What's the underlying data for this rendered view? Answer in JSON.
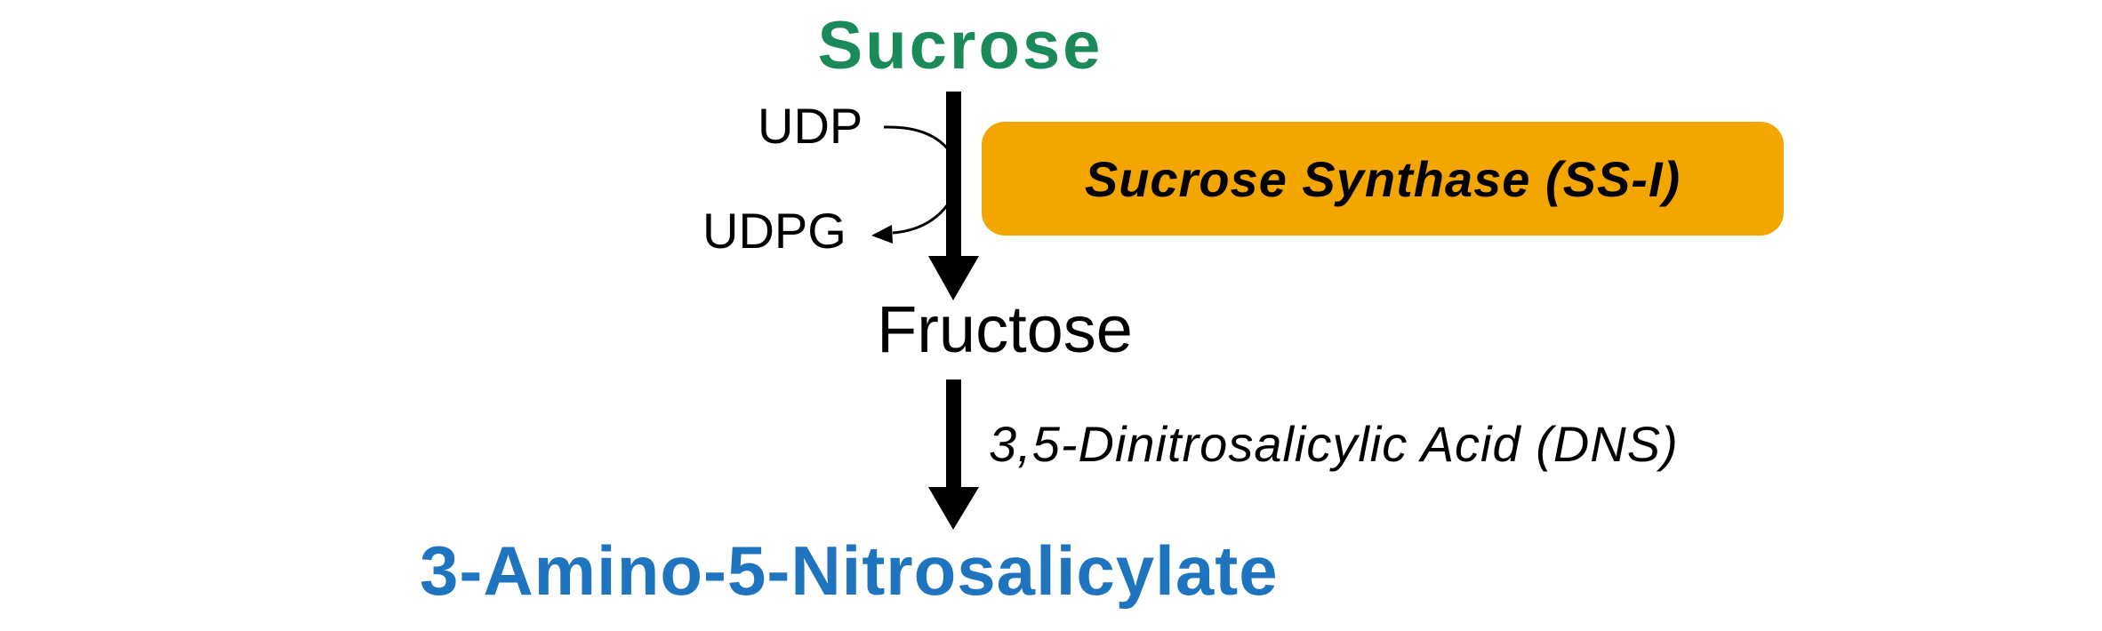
{
  "substrate": "Sucrose",
  "cofactor_in": "UDP",
  "cofactor_out": "UDPG",
  "enzyme": "Sucrose Synthase (SS-I)",
  "intermediate": "Fructose",
  "reagent": "3,5-Dinitrosalicylic Acid (DNS)",
  "product": "3-Amino-5-Nitrosalicylate",
  "colors": {
    "substrate": "#1b8a5a",
    "enzyme_box": "#f3a500",
    "product": "#1f74bf",
    "arrow": "#000000"
  }
}
